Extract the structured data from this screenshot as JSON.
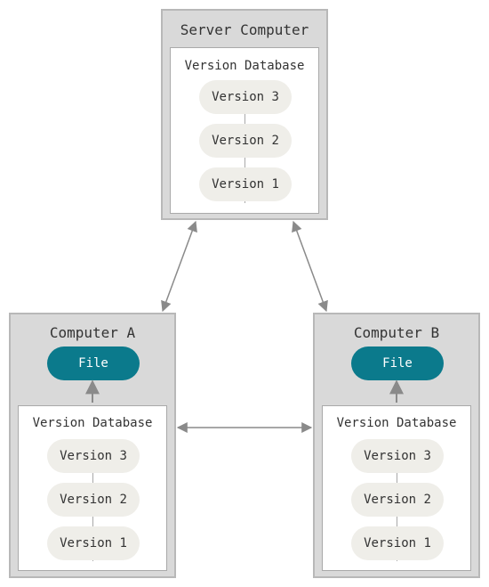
{
  "server": {
    "title": "Server Computer",
    "database": {
      "title": "Version Database",
      "versions": [
        "Version 3",
        "Version 2",
        "Version 1"
      ]
    }
  },
  "computer_a": {
    "title": "Computer A",
    "file_label": "File",
    "database": {
      "title": "Version Database",
      "versions": [
        "Version 3",
        "Version 2",
        "Version 1"
      ]
    }
  },
  "computer_b": {
    "title": "Computer B",
    "file_label": "File",
    "database": {
      "title": "Version Database",
      "versions": [
        "Version 3",
        "Version 2",
        "Version 1"
      ]
    }
  },
  "colors": {
    "box_fill": "#d9d9d9",
    "version_fill": "#efeee9",
    "file_fill": "#0b7a8c",
    "arrow": "#8a8a8a"
  }
}
